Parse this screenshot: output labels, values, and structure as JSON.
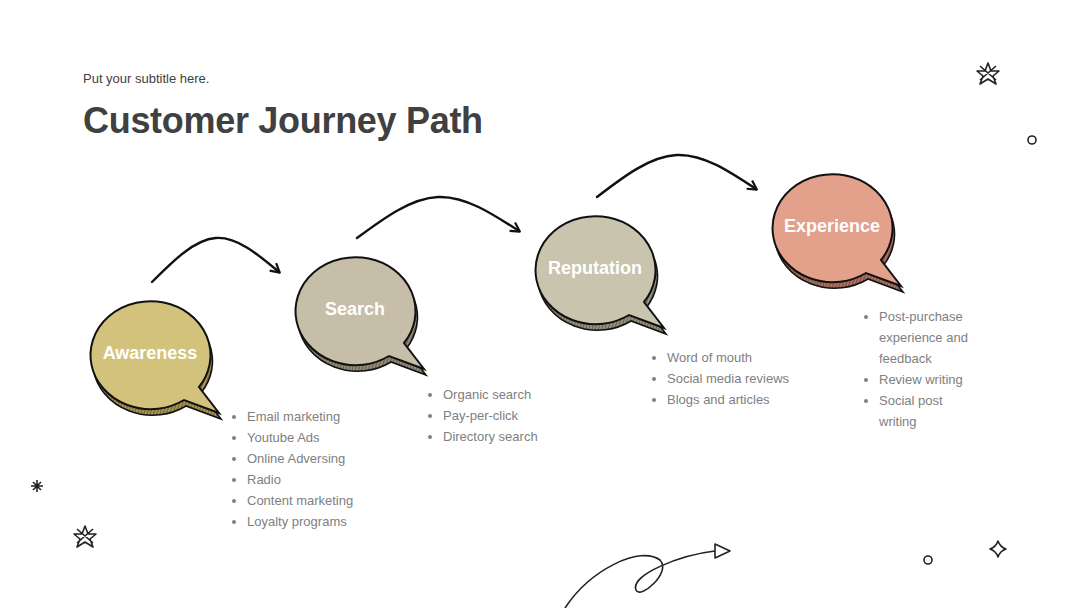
{
  "diagram": {
    "title": "Customer Journey Path",
    "nodes": [
      {
        "text": [
          "Awareness"
        ]
      },
      {
        "text": [
          "Search"
        ]
      },
      {
        "text": [
          "Reputation"
        ]
      },
      {
        "text": [
          "Experience"
        ]
      }
    ],
    "edges": [
      {
        "from": 0,
        "to": 1,
        "arrow": "to"
      },
      {
        "from": 1,
        "to": 2,
        "arrow": "to"
      },
      {
        "from": 2,
        "to": 3,
        "arrow": "to"
      }
    ],
    "labels": [
      "Put your subtitle here.",
      "Email marketing",
      "Youtube Ads",
      "Online Adversing",
      "Radio",
      "Content marketing",
      "Loyalty programs",
      "Organic search",
      "Pay-per-click",
      "Directory search",
      "Word of mouth",
      "Social media reviews",
      "Blogs and articles",
      "Post-purchase experience and feedback",
      "Review writing",
      "Social post writing"
    ]
  }
}
